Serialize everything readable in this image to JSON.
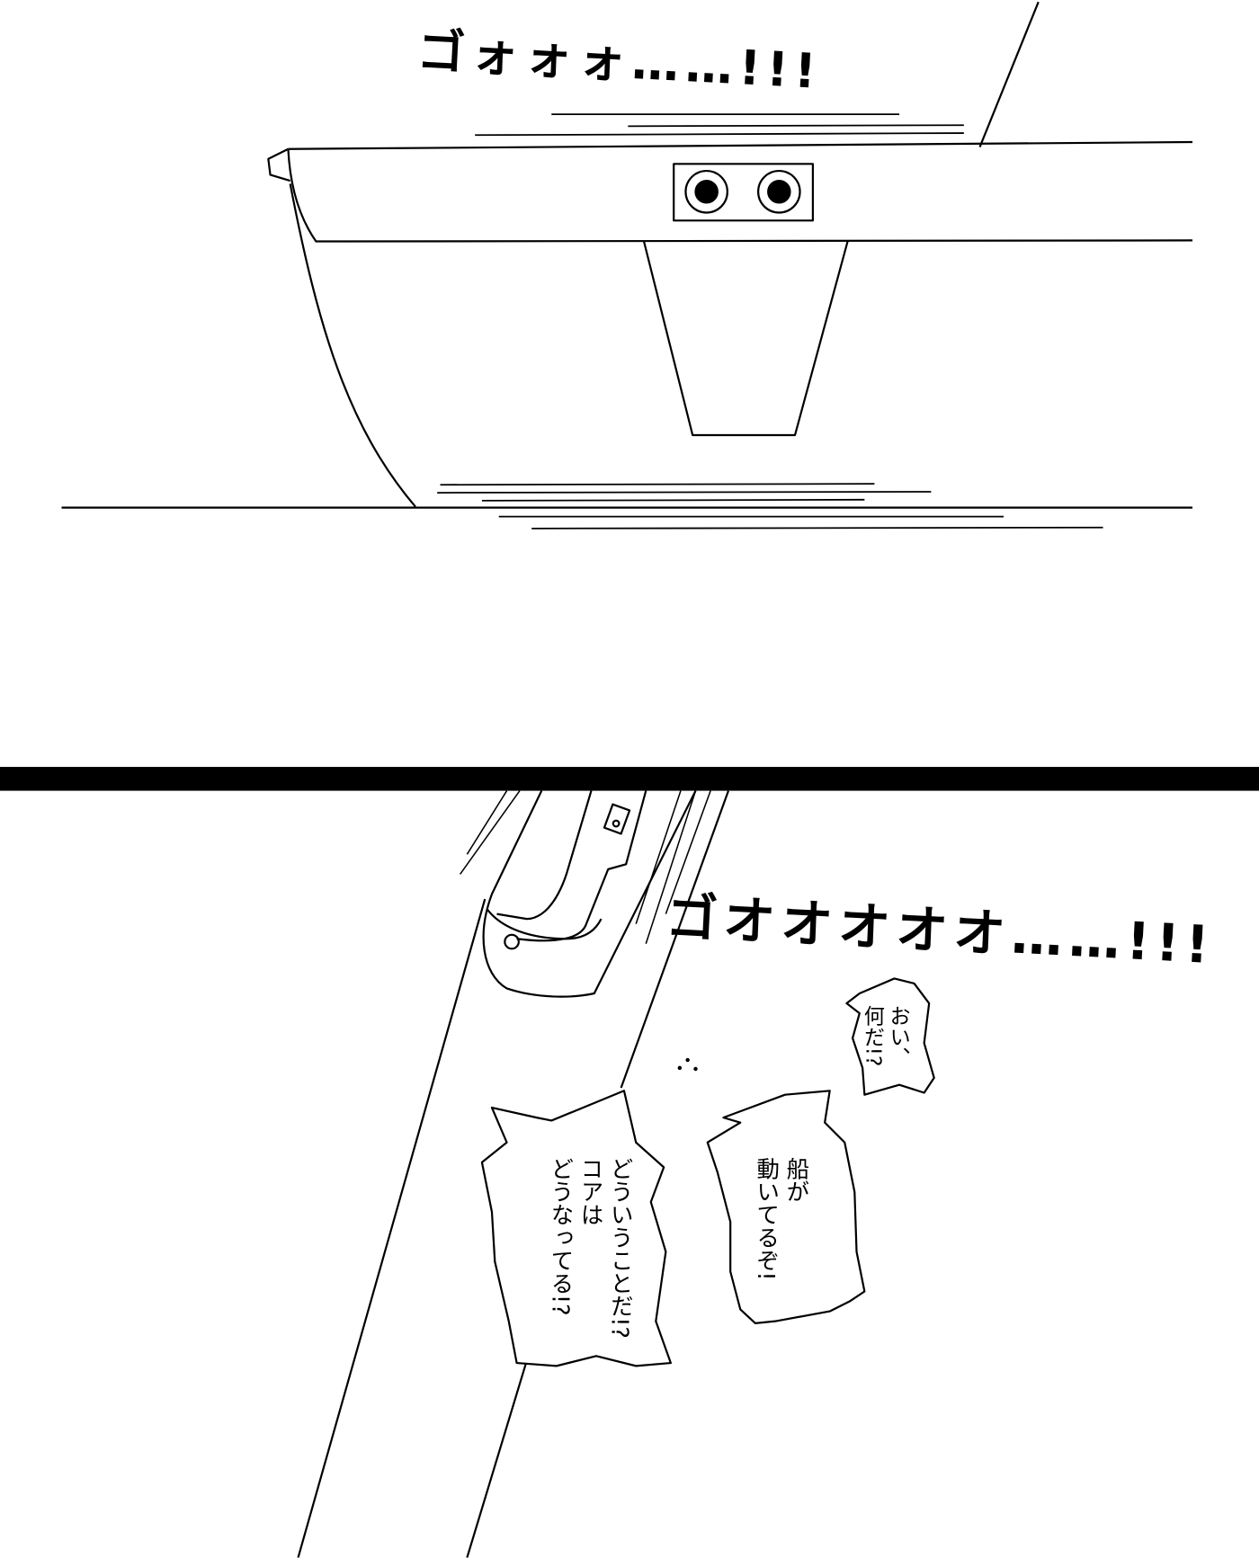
{
  "panel1": {
    "sfx": "ゴォォォ……!!!"
  },
  "panel2": {
    "sfx": "ゴオオオオオ……!!!",
    "bubbles": [
      {
        "text": "おい、\n何だ!?"
      },
      {
        "text": "船が\n動いてるぞ!"
      },
      {
        "text": "どういうことだ!?\nコアは\nどうなってる!?"
      }
    ]
  },
  "colors": {
    "ink": "#000000",
    "paper": "#ffffff"
  }
}
